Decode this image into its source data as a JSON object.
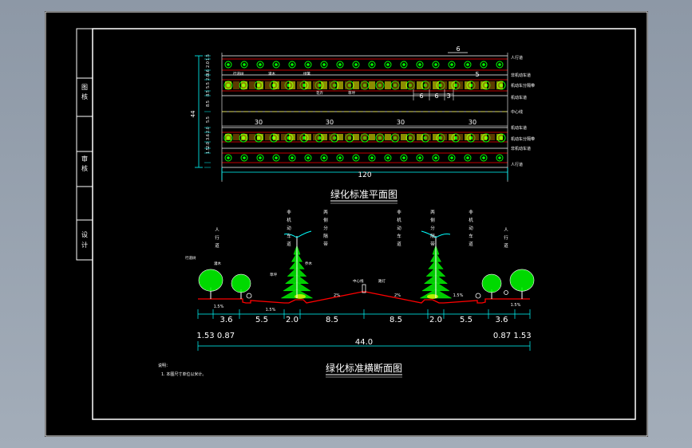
{
  "title_block": {
    "cells": [
      "图",
      "核",
      "审",
      "核",
      "设",
      "计"
    ]
  },
  "plan": {
    "title": "绿化标准平面图",
    "left_dim": "44",
    "left_dims_small": [
      "1.5",
      "2.0",
      "3.6",
      "2.0",
      "5.5",
      "8.5",
      "8.5",
      "5.5",
      "2.0",
      "3.6",
      "2.0",
      "1.5"
    ],
    "top_dim": "6",
    "spacing_dims": [
      "6",
      "6",
      "3"
    ],
    "row_dims": [
      "5"
    ],
    "segment_dims": [
      "30",
      "30",
      "30",
      "30"
    ],
    "total_length": "120",
    "right_labels": [
      "人行道",
      "非机动车道",
      "机动车分隔带",
      "机动车道",
      "中心线",
      "机动车道",
      "机动车分隔带",
      "非机动车道",
      "人行道"
    ],
    "annotations": [
      "行道树",
      "灌木",
      "绿篱",
      "花卉",
      "草坪"
    ]
  },
  "section": {
    "title": "绿化标准横断面图",
    "dims_top": [
      "3.6",
      "5.5",
      "2.0",
      "8.5",
      "8.5",
      "2.0",
      "5.5",
      "3.6"
    ],
    "dims_bottom": [
      "1.53",
      "0.87",
      "0.87",
      "1.53"
    ],
    "total": "44.0",
    "slopes": [
      "1.5%",
      "1.5%",
      "2%",
      "2%",
      "1.5%",
      "1.5%"
    ],
    "vertical_labels": [
      "人行道",
      "非机动车道",
      "两侧分隔带",
      "非机动车道",
      "两侧分隔带",
      "非机动车道",
      "人行道"
    ],
    "side_labels": [
      "行道树",
      "灌木",
      "乔木",
      "草坪",
      "中心线",
      "路灯"
    ]
  },
  "notes": {
    "heading": "说明：",
    "items": [
      "1. 本图尺寸单位以米计。"
    ]
  },
  "colors": {
    "background": "#000000",
    "frame": "#ffffff",
    "tree": "#00ff00",
    "road": "#ff0000",
    "text": "#ffffff",
    "dim": "#00ffff",
    "hedge": "#ffff00"
  }
}
